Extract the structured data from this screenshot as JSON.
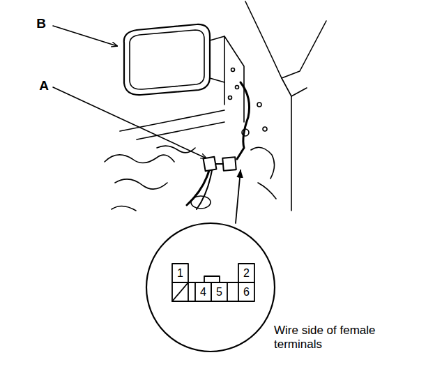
{
  "diagram": {
    "labels": [
      "B",
      "A",
      "1",
      "2",
      "4",
      "5",
      "6",
      "Wire side of female terminals"
    ]
  }
}
